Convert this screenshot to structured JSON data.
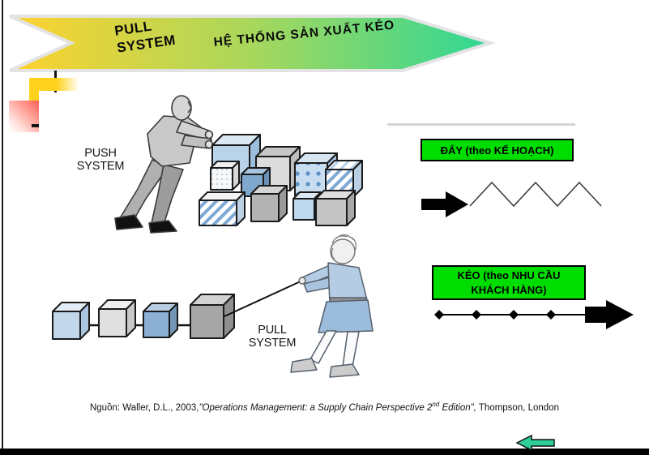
{
  "banner": {
    "pull_line1": "PULL",
    "pull_line2": "SYSTEM",
    "vietnamese_title": "HỆ THỐNG SẢN XUẤT KÉO",
    "gradient_start": "#FFD22E",
    "gradient_mid": "#A9D75C",
    "gradient_end": "#2FD795"
  },
  "push_diagram": {
    "label_line1": "PUSH",
    "label_line2": "SYSTEM"
  },
  "pull_diagram": {
    "label_line1": "PULL",
    "label_line2": "SYSTEM"
  },
  "flow_panel": {
    "push_tag": "ĐẨY (theo KẾ HOẠCH)",
    "pull_tag_line1": "KÉO (theo NHU CẦU",
    "pull_tag_line2": "KHÁCH HÀNG)",
    "tag_bg_color": "#00DD00"
  },
  "citation": {
    "prefix": "Nguồn: Waller, D.L., 2003,",
    "italic_part": "\"Operations Management: a Supply Chain Perspective 2",
    "superscript": "nd",
    "italic_tail": " Edition\",",
    "tail": " Thompson, London"
  },
  "nav": {
    "back_color": "#2FCF9C"
  }
}
